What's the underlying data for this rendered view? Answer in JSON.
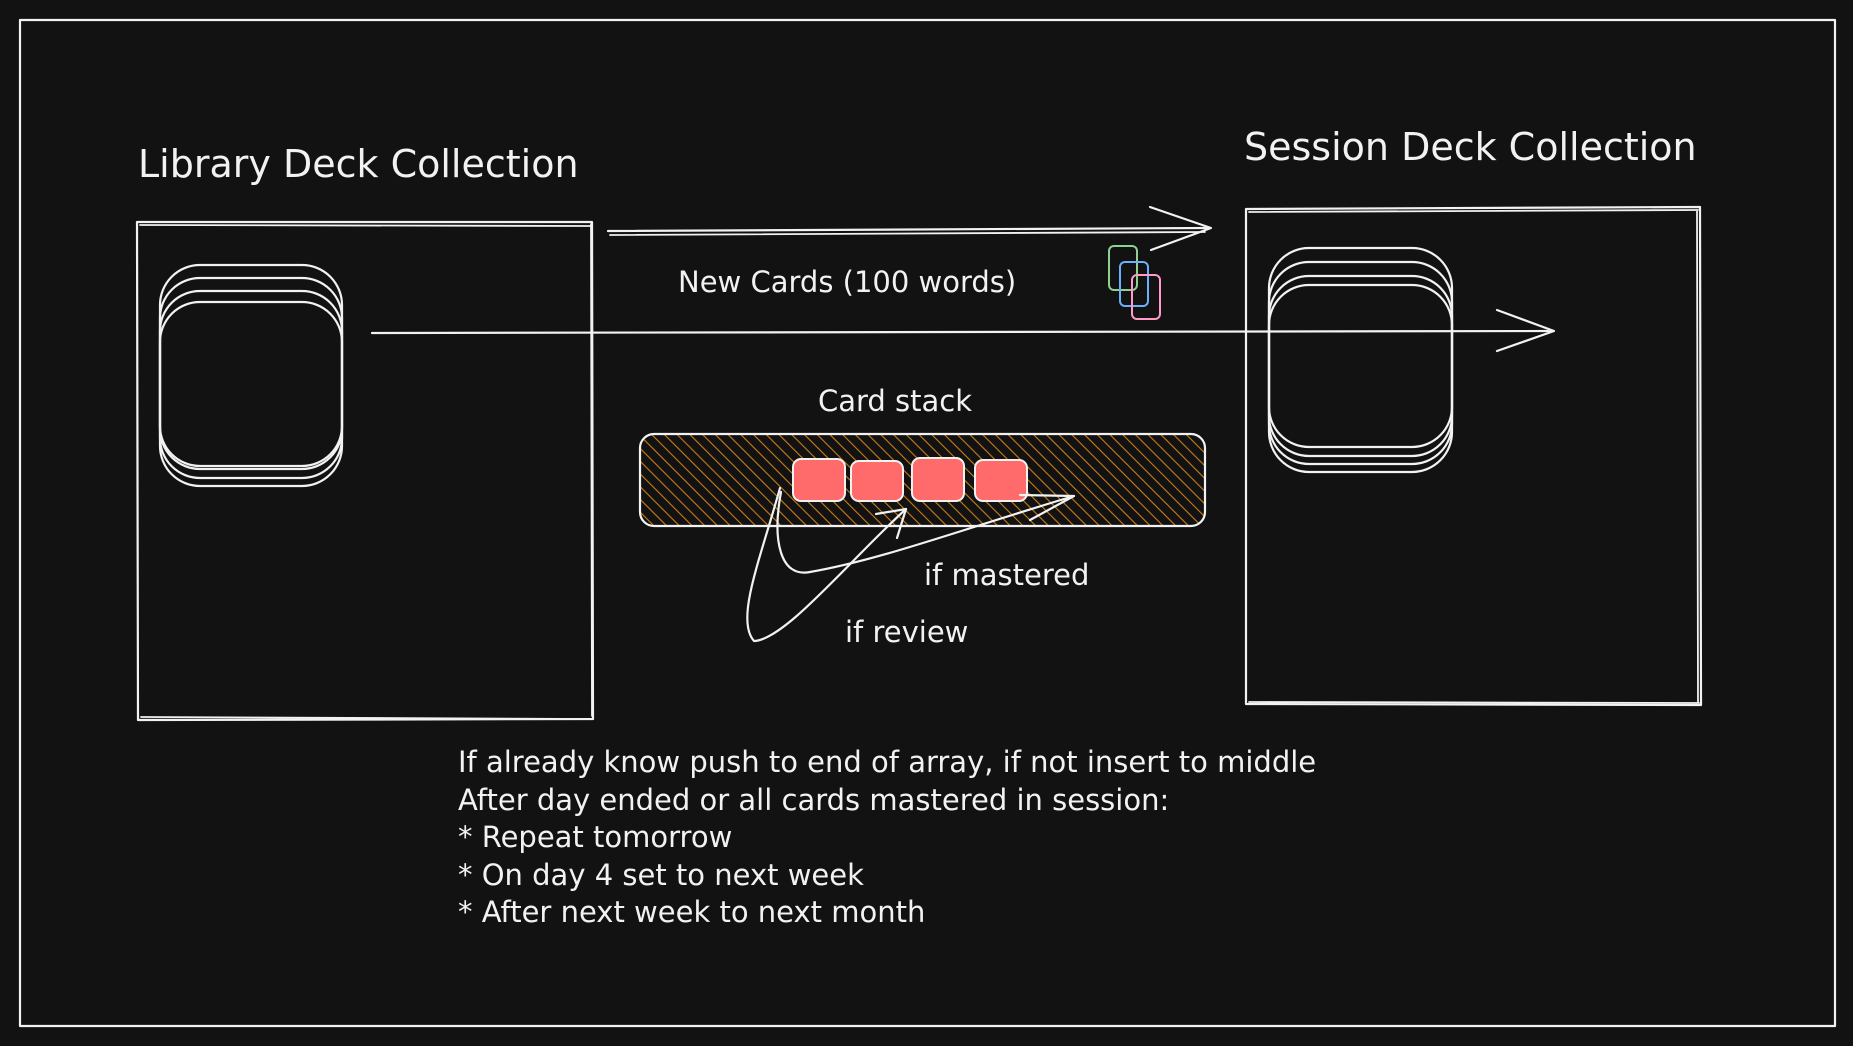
{
  "diagram": {
    "library_title": "Library Deck Collection",
    "session_title": "Session Deck Collection",
    "new_cards_label": "New Cards (100 words)",
    "card_stack_label": "Card stack",
    "if_mastered_label": "if mastered",
    "if_review_label": "if review",
    "notes": [
      "If already know push to end of array, if not insert to middle",
      "After day ended or all cards mastered in session:",
      "* Repeat tomorrow",
      "* On day 4 set to next week",
      "* After next week to next month"
    ],
    "colors": {
      "background": "#121212",
      "stroke": "#f2f2f2",
      "card_fill": "#ff6b6b",
      "stack_hatch": "#c97d1a",
      "mini_card_green": "#8fd18f",
      "mini_card_blue": "#6ab0ff",
      "mini_card_pink": "#ff9acb"
    }
  }
}
